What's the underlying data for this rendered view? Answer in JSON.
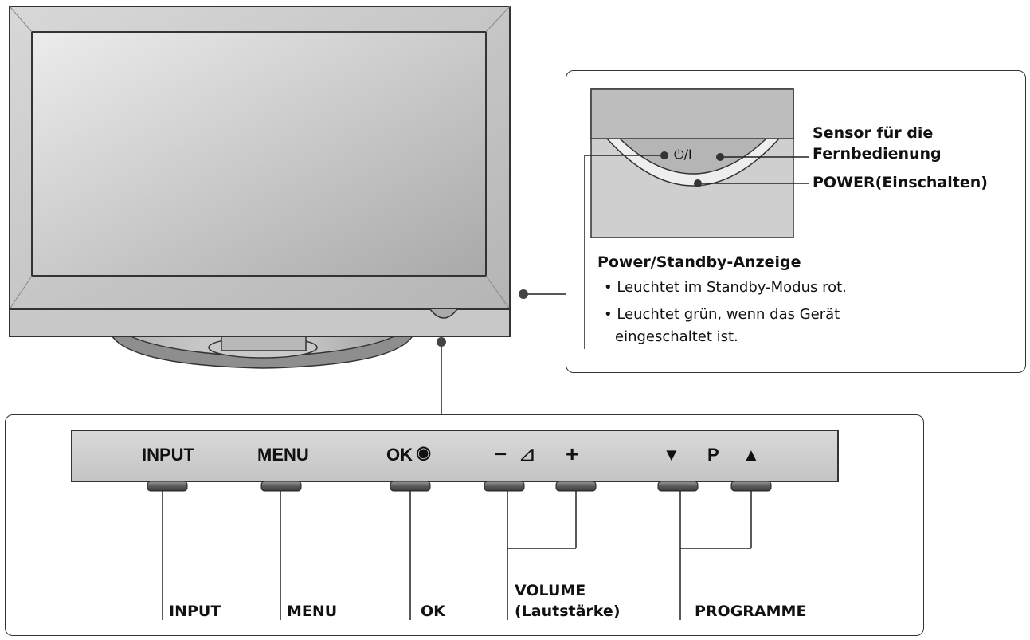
{
  "right_panel": {
    "power_symbol": "⏻/I",
    "sensor_label": "Sensor für die",
    "sensor_label_2": "Fernbedienung",
    "power_label": "POWER(Einschalten)",
    "standby_title": "Power/Standby-Anzeige",
    "bullets": [
      "• Leuchtet im Standby-Modus rot.",
      "• Leuchtet grün, wenn das Gerät",
      "eingeschaltet ist."
    ]
  },
  "control_strip": {
    "buttons": {
      "input": "INPUT",
      "menu": "MENU",
      "ok": "OK",
      "ok_symbol": "◉",
      "vol_minus": "−",
      "vol_symbol": "⊿",
      "vol_plus": "+",
      "prog_down": "▼",
      "prog_p": "P",
      "prog_up": "▲"
    },
    "labels": {
      "input": "INPUT",
      "menu": "MENU",
      "ok": "OK",
      "volume": "VOLUME",
      "volume_sub": "(Lautstärke)",
      "programme": "PROGRAMME"
    }
  },
  "colors": {
    "frame": "#bdbdbd",
    "screen": "#cfcfcf",
    "stand": "#a8a8a8",
    "line": "#222222"
  }
}
